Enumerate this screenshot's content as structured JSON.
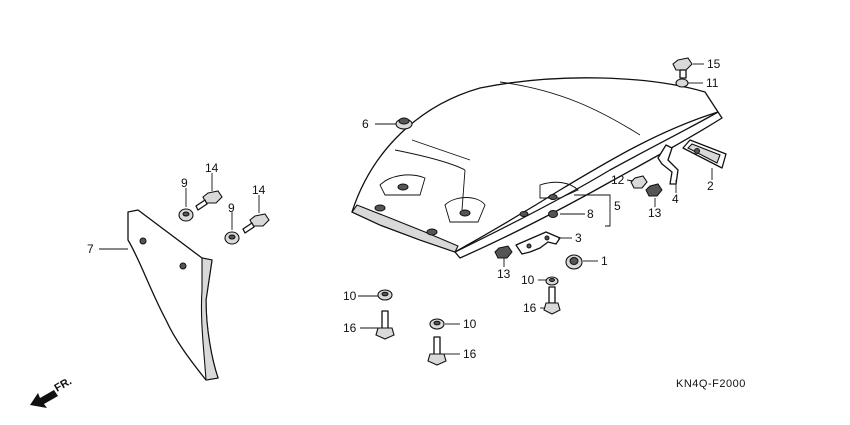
{
  "diagram_code": "KN4Q-F2000",
  "front_indicator": "FR.",
  "callouts": {
    "c1": "1",
    "c2": "2",
    "c3": "3",
    "c4": "4",
    "c5": "5",
    "c6": "6",
    "c7": "7",
    "c8": "8",
    "c9a": "9",
    "c9b": "9",
    "c10a": "10",
    "c10b": "10",
    "c10c": "10",
    "c11": "11",
    "c12": "12",
    "c13a": "13",
    "c13b": "13",
    "c14a": "14",
    "c14b": "14",
    "c15": "15",
    "c16a": "16",
    "c16b": "16",
    "c16c": "16"
  }
}
